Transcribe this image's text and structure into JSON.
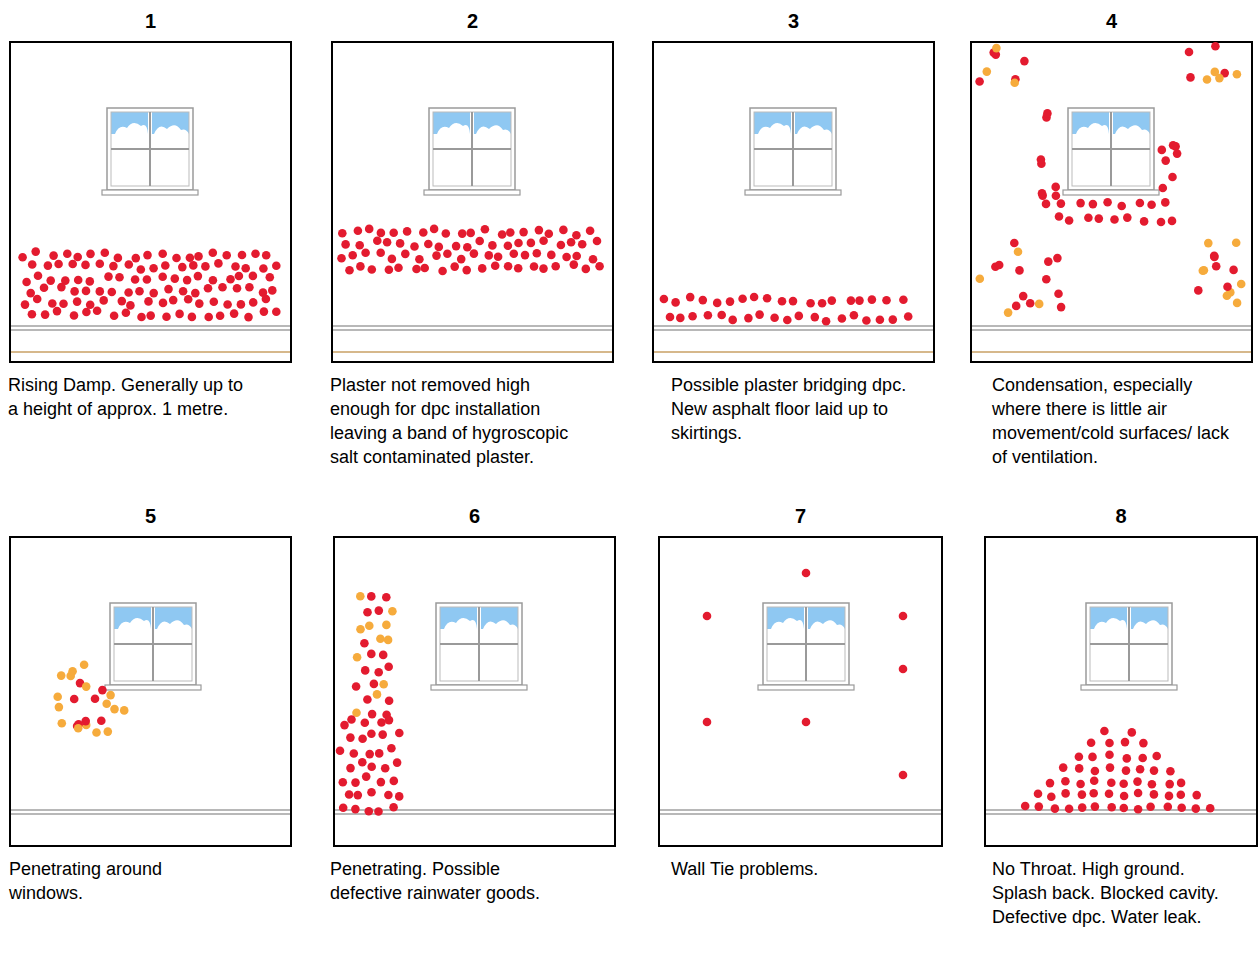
{
  "diagram": {
    "nodes": [
      {
        "text": [
          "1",
          "Rising Damp. Generally up to a height of approx. 1 metre."
        ]
      },
      {
        "text": [
          "2",
          "Plaster not removed high enough for dpc installation leaving a band of hygroscopic salt contaminated plaster."
        ]
      },
      {
        "text": [
          "3",
          "Possible plaster bridging dpc. New asphalt floor laid up to skirtings."
        ]
      },
      {
        "text": [
          "4",
          "Condensation, especially where there is little air movement/cold surfaces/ lack of ventilation."
        ]
      },
      {
        "text": [
          "5",
          "Penetrating around windows."
        ]
      },
      {
        "text": [
          "6",
          "Penetrating. Possible defective rainwater goods."
        ]
      },
      {
        "text": [
          "7",
          "Wall Tie problems."
        ]
      },
      {
        "text": [
          "8",
          "No Throat. High ground. Splash back. Blocked cavity. Defective dpc. Water leak."
        ]
      }
    ]
  }
}
